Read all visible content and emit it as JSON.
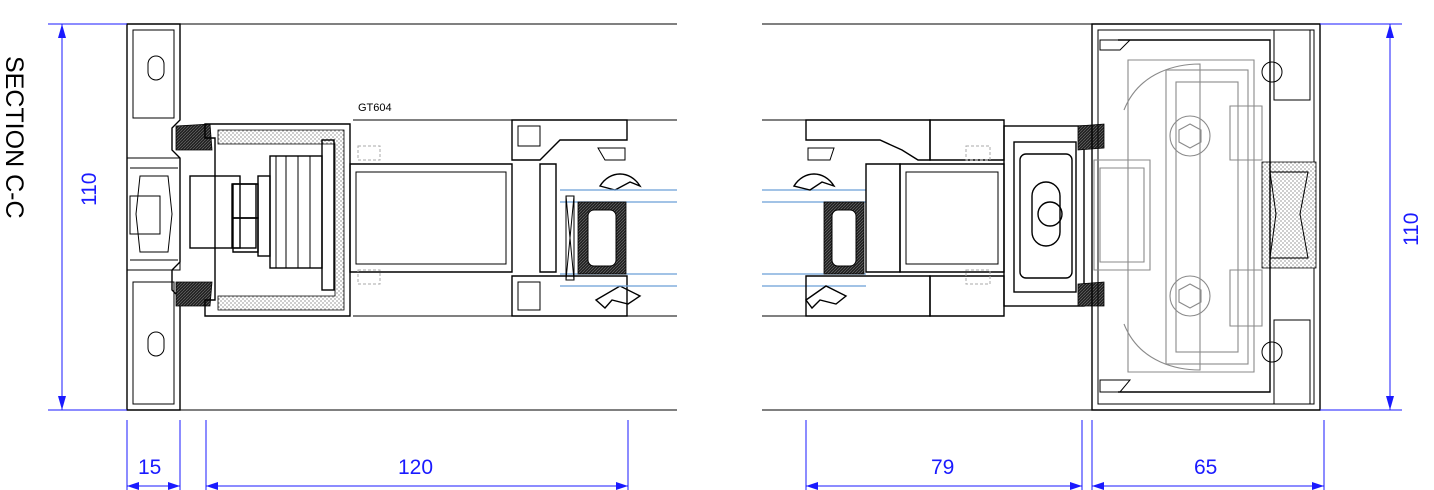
{
  "title": "SECTION C-C",
  "profile_label": "GT604",
  "dimensions": {
    "left_height": "110",
    "right_height": "110",
    "width_1": "15",
    "width_2": "120",
    "width_3": "79",
    "width_4": "65"
  },
  "colors": {
    "outline": "#000000",
    "dimension": "#1a1aff",
    "glass": "#6a9fd8",
    "hidden": "#8a8a8a"
  }
}
